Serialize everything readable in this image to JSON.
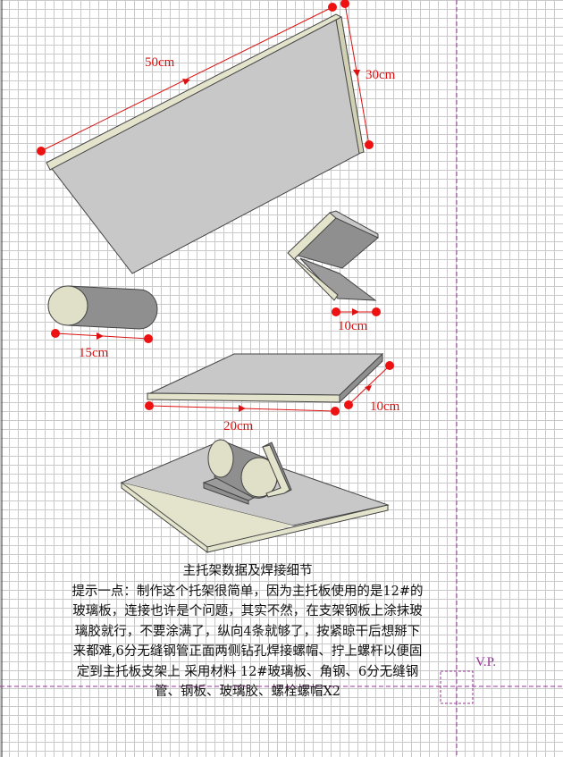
{
  "labels": {
    "board_length": "50cm",
    "board_width": "30cm",
    "tube_length": "15cm",
    "angle_length": "10cm",
    "plate_length": "20cm",
    "plate_width": "10cm",
    "vp": "V.P."
  },
  "caption": {
    "title": "主托架数据及焊接细节",
    "body": "提示一点：制作这个托架很简单，因为主托板使用的是12#的玻璃板，连接也许是个问题，其实不然，在支架钢板上涂抹玻璃胶就行，不要涂满了，纵向4条就够了，按紧晾干后想掰下来都难,6分无缝钢管正面两侧钻孔焊接螺帽、拧上螺杆以便固定到主托板支架上 采用材料 12#玻璃板、角钢、6分无缝钢管、钢板、玻璃胶、螺栓螺帽X2"
  },
  "colors": {
    "dimension": "#dd1111",
    "guide": "#993399",
    "face_gray": "#c8c8c8",
    "dark_gray": "#8f8f8f",
    "edge_cream": "#e4e4cc"
  }
}
